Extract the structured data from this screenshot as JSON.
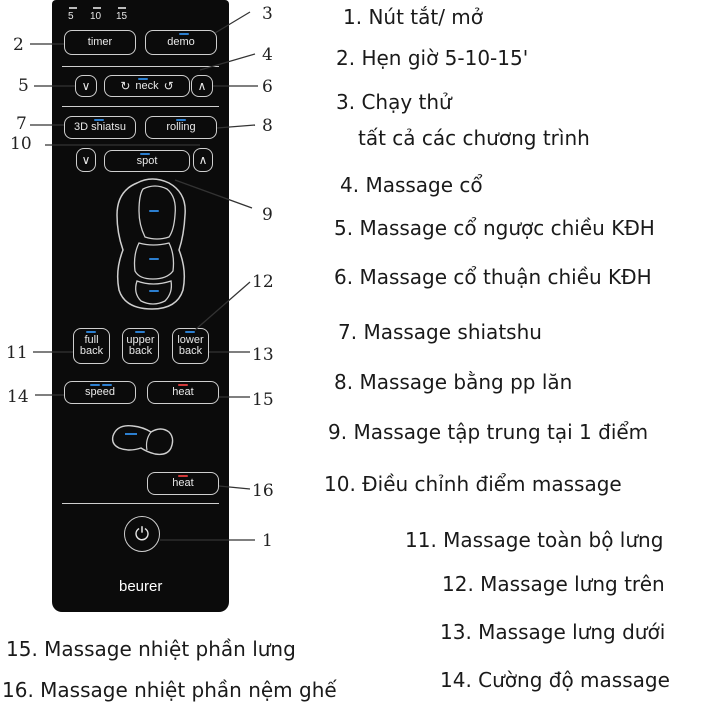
{
  "remote": {
    "timer_ticks": [
      "5",
      "10",
      "15"
    ],
    "buttons": {
      "timer": "timer",
      "demo": "demo",
      "neck": "neck",
      "neck_ccw": "↻",
      "neck_cw": "↺",
      "arrow_left_up": "∨",
      "arrow_right_up": "∧",
      "shiatsu": "3D shiatsu",
      "rolling": "rolling",
      "spot_down": "∨",
      "spot_up": "∧",
      "spot": "spot",
      "full_back": "full\nback",
      "upper_back": "upper\nback",
      "lower_back": "lower\nback",
      "speed": "speed",
      "heat_back": "heat",
      "heat_seat": "heat",
      "power": "⏻"
    },
    "brand": "beurer"
  },
  "callouts": [
    "1",
    "2",
    "3",
    "4",
    "5",
    "6",
    "7",
    "8",
    "9",
    "10",
    "11",
    "12",
    "13",
    "14",
    "15",
    "16"
  ],
  "legend": {
    "item1": "1. Nút tắt/ mở",
    "item2": "2. Hẹn giờ 5-10-15'",
    "item3a": "3. Chạy thử",
    "item3b": "tất cả các chương trình",
    "item4": "4. Massage cổ",
    "item5": "5. Massage cổ ngược chiều KĐH",
    "item6": "6. Massage cổ thuận chiều KĐH",
    "item7": "7. Massage shiatshu",
    "item8": "8. Massage bằng pp lăn",
    "item9": "9. Massage tập trung tại 1 điểm",
    "item10": "10. Điều chỉnh điểm massage",
    "item11": "11. Massage toàn bộ lưng",
    "item12": "12. Massage lưng trên",
    "item13": "13. Massage lưng dưới",
    "item14": "14. Cường độ massage",
    "item15": "15. Massage nhiệt phần lưng",
    "item16": "16. Massage nhiệt phần nệm ghế"
  },
  "colors": {
    "remote_body": "#0b0b0b",
    "led_blue": "#2c7fd0",
    "led_red": "#d23a3a"
  }
}
